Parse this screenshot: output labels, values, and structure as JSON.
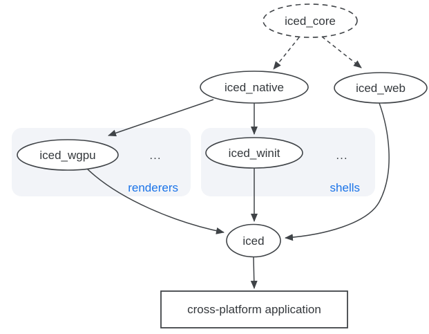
{
  "diagram": {
    "description": "iced crate ecosystem dependency diagram",
    "colors": {
      "background": "#ffffff",
      "node_stroke": "#3f4347",
      "node_fill": "#ffffff",
      "edge": "#3f4347",
      "text": "#33373b",
      "group_fill": "#f2f4f8",
      "group_label": "#1a73e8"
    },
    "nodes": {
      "iced_core": {
        "label": "iced_core",
        "shape": "ellipse",
        "border": "dashed"
      },
      "iced_native": {
        "label": "iced_native",
        "shape": "ellipse",
        "border": "solid"
      },
      "iced_web": {
        "label": "iced_web",
        "shape": "ellipse",
        "border": "solid"
      },
      "iced_wgpu": {
        "label": "iced_wgpu",
        "shape": "ellipse",
        "border": "solid"
      },
      "iced_winit": {
        "label": "iced_winit",
        "shape": "ellipse",
        "border": "solid"
      },
      "iced": {
        "label": "iced",
        "shape": "ellipse",
        "border": "solid"
      },
      "application": {
        "label": "cross-platform application",
        "shape": "rect",
        "border": "solid"
      }
    },
    "groups": {
      "renderers": {
        "label": "renderers",
        "ellipsis": "...",
        "members": [
          "iced_wgpu"
        ]
      },
      "shells": {
        "label": "shells",
        "ellipsis": "...",
        "members": [
          "iced_winit"
        ]
      }
    },
    "edges": [
      {
        "from": "iced_core",
        "to": "iced_native",
        "style": "dashed"
      },
      {
        "from": "iced_core",
        "to": "iced_web",
        "style": "dashed"
      },
      {
        "from": "iced_native",
        "to": "iced_wgpu",
        "style": "solid"
      },
      {
        "from": "iced_native",
        "to": "iced_winit",
        "style": "solid"
      },
      {
        "from": "iced_wgpu",
        "to": "iced",
        "style": "solid"
      },
      {
        "from": "iced_winit",
        "to": "iced",
        "style": "solid"
      },
      {
        "from": "iced_web",
        "to": "iced",
        "style": "solid"
      },
      {
        "from": "iced",
        "to": "application",
        "style": "solid"
      }
    ]
  }
}
